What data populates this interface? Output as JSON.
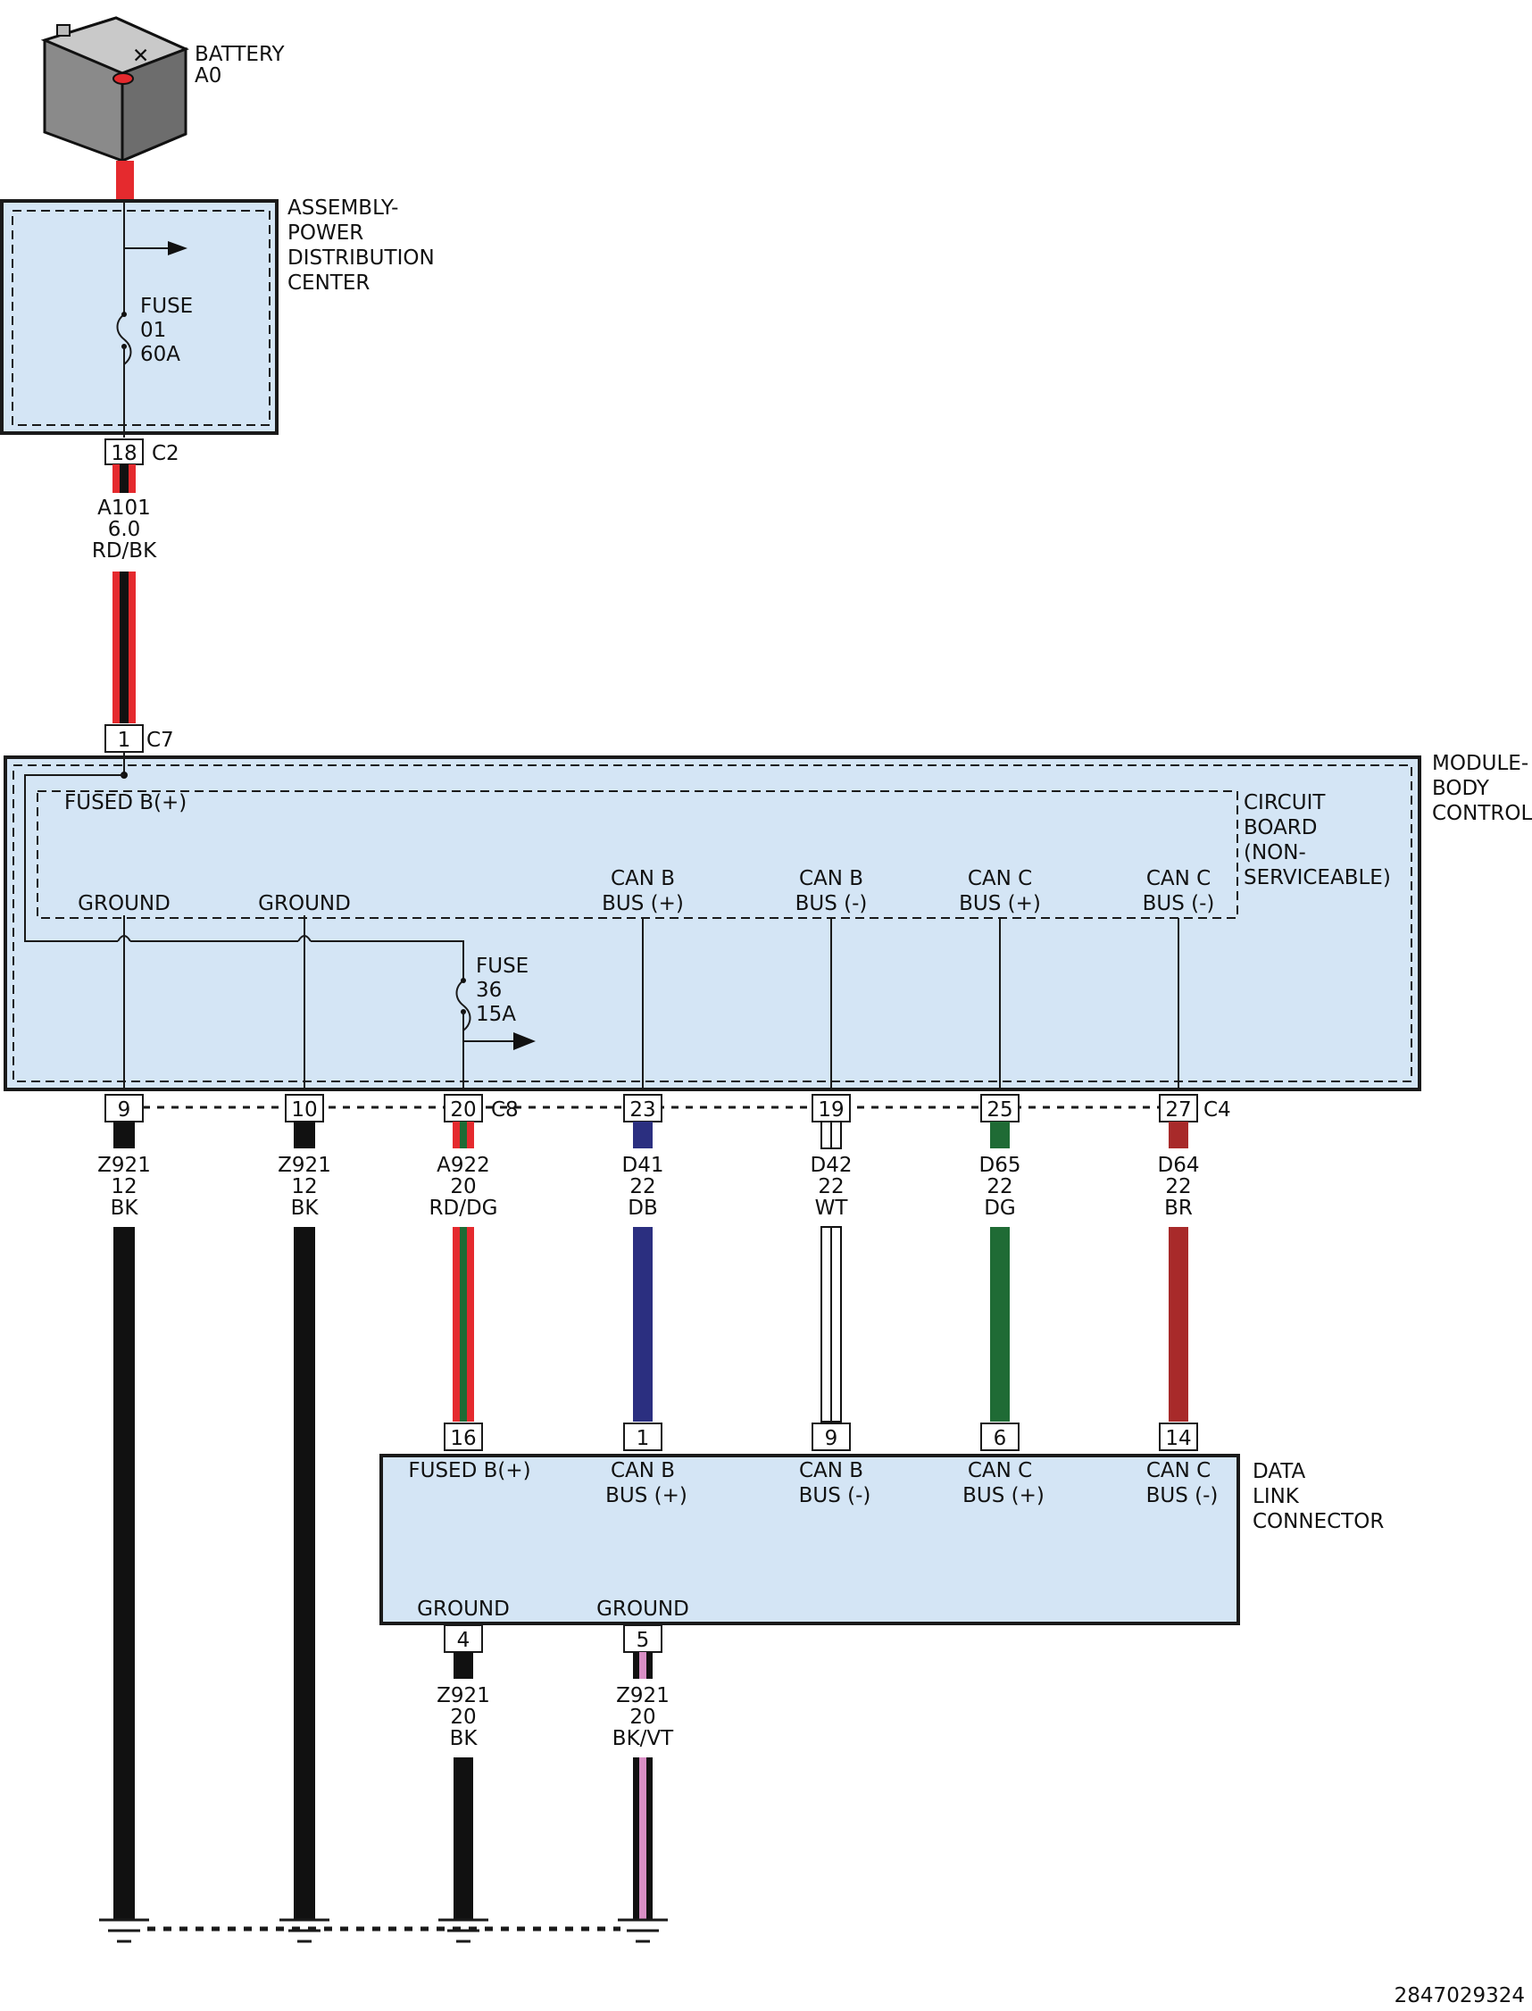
{
  "battery": {
    "name": "BATTERY",
    "id": "A0"
  },
  "pdc": {
    "lines": [
      "ASSEMBLY-",
      "POWER",
      "DISTRIBUTION",
      "CENTER"
    ],
    "fuse": {
      "label": "FUSE",
      "number": "01",
      "rating": "60A"
    },
    "pin": "18",
    "connector": "C2"
  },
  "wire_a101": {
    "circuit": "A101",
    "gauge": "6.0",
    "color": "RD/BK"
  },
  "bcm": {
    "lines": [
      "MODULE-",
      "BODY",
      "CONTROL"
    ],
    "input_pin": "1",
    "input_connector": "C7",
    "fused_label": "FUSED B(+)",
    "circuit_board": [
      "CIRCUIT",
      "BOARD",
      "(NON-",
      "SERVICEABLE)"
    ],
    "ground_labels": [
      "GROUND",
      "GROUND"
    ],
    "can_labels": [
      [
        "CAN B",
        "BUS (+)"
      ],
      [
        "CAN B",
        "BUS (-)"
      ],
      [
        "CAN C",
        "BUS (+)"
      ],
      [
        "CAN C",
        "BUS (-)"
      ]
    ],
    "fuse": {
      "label": "FUSE",
      "number": "36",
      "rating": "15A"
    },
    "c8": "C8",
    "c4": "C4"
  },
  "bcm_wires": [
    {
      "pin": "9",
      "circuit": "Z921",
      "gauge": "12",
      "color": "BK"
    },
    {
      "pin": "10",
      "circuit": "Z921",
      "gauge": "12",
      "color": "BK"
    },
    {
      "pin": "20",
      "circuit": "A922",
      "gauge": "20",
      "color": "RD/DG"
    },
    {
      "pin": "23",
      "circuit": "D41",
      "gauge": "22",
      "color": "DB"
    },
    {
      "pin": "19",
      "circuit": "D42",
      "gauge": "22",
      "color": "WT"
    },
    {
      "pin": "25",
      "circuit": "D65",
      "gauge": "22",
      "color": "DG"
    },
    {
      "pin": "27",
      "circuit": "D64",
      "gauge": "22",
      "color": "BR"
    }
  ],
  "dlc": {
    "lines": [
      "DATA",
      "LINK",
      "CONNECTOR"
    ],
    "pins": [
      "16",
      "1",
      "9",
      "6",
      "14"
    ],
    "labels": [
      [
        "FUSED B(+)",
        ""
      ],
      [
        "CAN B",
        "BUS (+)"
      ],
      [
        "CAN B",
        "BUS (-)"
      ],
      [
        "CAN C",
        "BUS (+)"
      ],
      [
        "CAN C",
        "BUS (-)"
      ]
    ],
    "ground_labels": [
      "GROUND",
      "GROUND"
    ],
    "ground_pins": [
      "4",
      "5"
    ]
  },
  "dlc_wires": [
    {
      "circuit": "Z921",
      "gauge": "20",
      "color": "BK"
    },
    {
      "circuit": "Z921",
      "gauge": "20",
      "color": "BK/VT"
    }
  ],
  "colors": {
    "box_fill": "#d4e5f5",
    "red": "#e52a2e",
    "black": "#111111",
    "green": "#1f6b35",
    "blue": "#2b2f80",
    "brown": "#a82a2a",
    "violet": "#d98fc5",
    "white": "#ffffff"
  },
  "figure_id": "2847029324"
}
